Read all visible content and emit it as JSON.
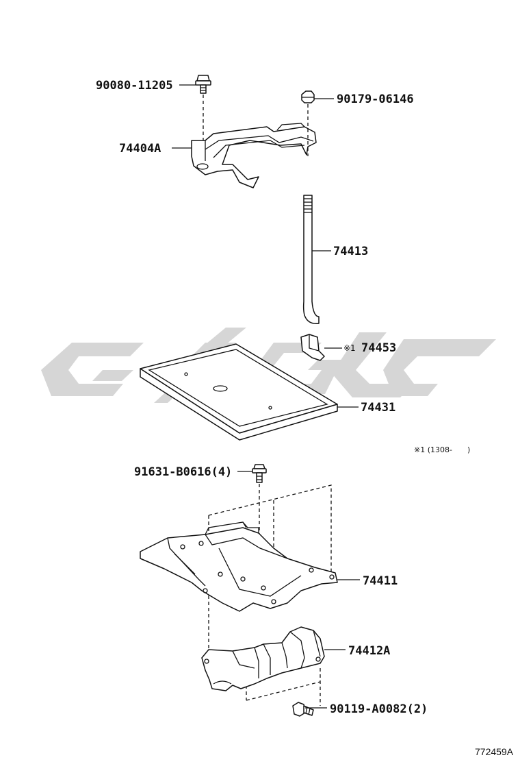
{
  "diagram": {
    "callouts": {
      "bolt_top_left": "90080-11205",
      "nut_top_right": "90179-06146",
      "clamp": "74404A",
      "rod": "74413",
      "clip": "74453",
      "clip_note_marker": "※1",
      "tray": "74431",
      "tray_note": "※1 (1308-　　)",
      "bolt_middle": "91631-B0616(4)",
      "carrier": "74411",
      "bracket": "74412A",
      "bolt_bottom": "90119-A0082(2)"
    },
    "reference_number": "772459A"
  }
}
